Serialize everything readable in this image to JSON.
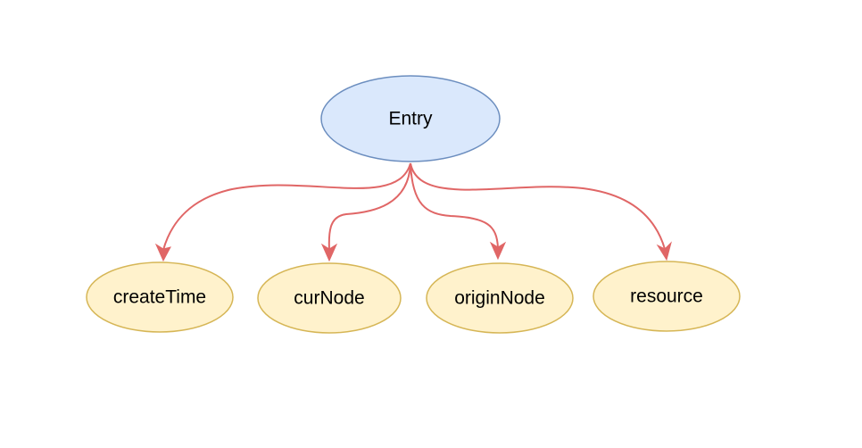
{
  "root": {
    "label": "Entry",
    "fill": "#dae8fc",
    "stroke": "#6c8ebf"
  },
  "children": [
    {
      "label": "createTime"
    },
    {
      "label": "curNode"
    },
    {
      "label": "originNode"
    },
    {
      "label": "resource"
    }
  ],
  "child_style": {
    "fill": "#fff2cc",
    "stroke": "#d6b656"
  },
  "edge_color": "#e06666"
}
